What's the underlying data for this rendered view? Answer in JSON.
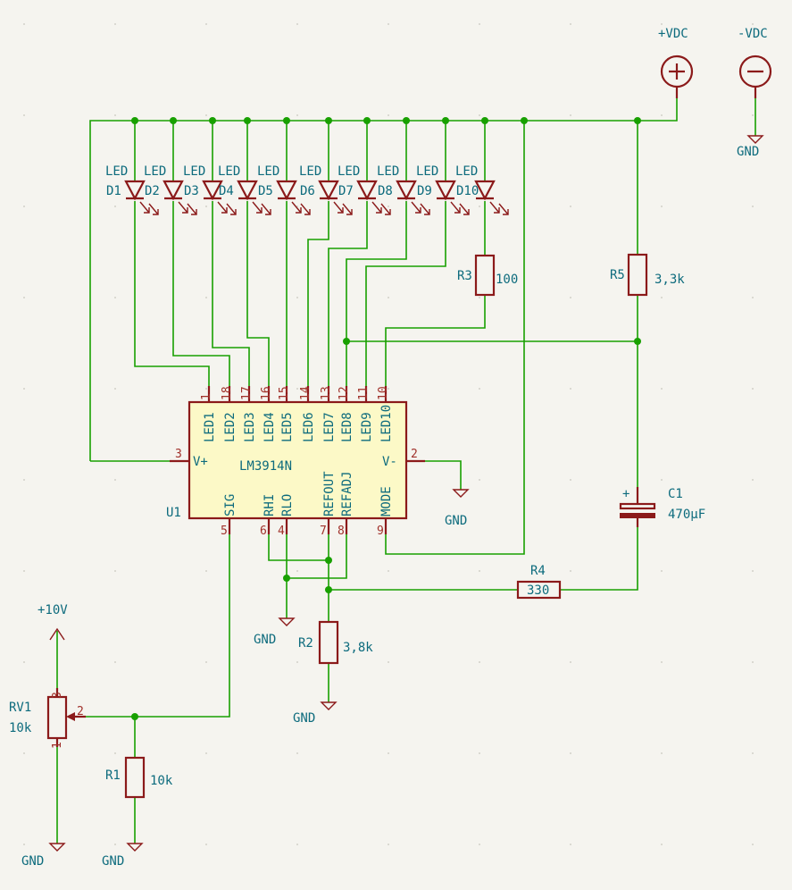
{
  "colors": {
    "background": "#f5f4ef",
    "wire": "#18a000",
    "component": "#8b1a1a",
    "label": "#0d6b7d",
    "pin_number": "#a0302a",
    "ic_body": "#fcf9c7"
  },
  "power": {
    "vdc_pos": "+VDC",
    "vdc_neg": "-VDC",
    "plus10v": "+10V",
    "gnd": "GND"
  },
  "leds": [
    {
      "ref": "D1",
      "value": "LED"
    },
    {
      "ref": "D2",
      "value": "LED"
    },
    {
      "ref": "D3",
      "value": "LED"
    },
    {
      "ref": "D4",
      "value": "LED"
    },
    {
      "ref": "D5",
      "value": "LED"
    },
    {
      "ref": "D6",
      "value": "LED"
    },
    {
      "ref": "D7",
      "value": "LED"
    },
    {
      "ref": "D8",
      "value": "LED"
    },
    {
      "ref": "D9",
      "value": "LED"
    },
    {
      "ref": "D10",
      "value": "LED"
    }
  ],
  "ic": {
    "ref": "U1",
    "value": "LM3914N",
    "top_pins": [
      {
        "num": "1",
        "name": "LED1"
      },
      {
        "num": "18",
        "name": "LED2"
      },
      {
        "num": "17",
        "name": "LED3"
      },
      {
        "num": "16",
        "name": "LED4"
      },
      {
        "num": "15",
        "name": "LED5"
      },
      {
        "num": "14",
        "name": "LED6"
      },
      {
        "num": "13",
        "name": "LED7"
      },
      {
        "num": "12",
        "name": "LED8"
      },
      {
        "num": "11",
        "name": "LED9"
      },
      {
        "num": "10",
        "name": "LED10"
      }
    ],
    "bottom_pins": [
      {
        "num": "5",
        "name": "SIG"
      },
      {
        "num": "6",
        "name": "RHI"
      },
      {
        "num": "4",
        "name": "RLO"
      },
      {
        "num": "7",
        "name": "REFOUT"
      },
      {
        "num": "8",
        "name": "REFADJ"
      },
      {
        "num": "9",
        "name": "MODE"
      }
    ],
    "left_pin": {
      "num": "3",
      "name": "V+"
    },
    "right_pin": {
      "num": "2",
      "name": "V-"
    }
  },
  "resistors": {
    "r1": {
      "ref": "R1",
      "value": "10k"
    },
    "r2": {
      "ref": "R2",
      "value": "3,8k"
    },
    "r3": {
      "ref": "R3",
      "value": "100"
    },
    "r4": {
      "ref": "R4",
      "value": "330"
    },
    "r5": {
      "ref": "R5",
      "value": "3,3k"
    }
  },
  "capacitor": {
    "ref": "C1",
    "value": "470µF",
    "polarity": "+"
  },
  "potentiometer": {
    "ref": "RV1",
    "value": "10k",
    "pins": {
      "p1": "1",
      "p2": "2",
      "p3": "3"
    }
  }
}
